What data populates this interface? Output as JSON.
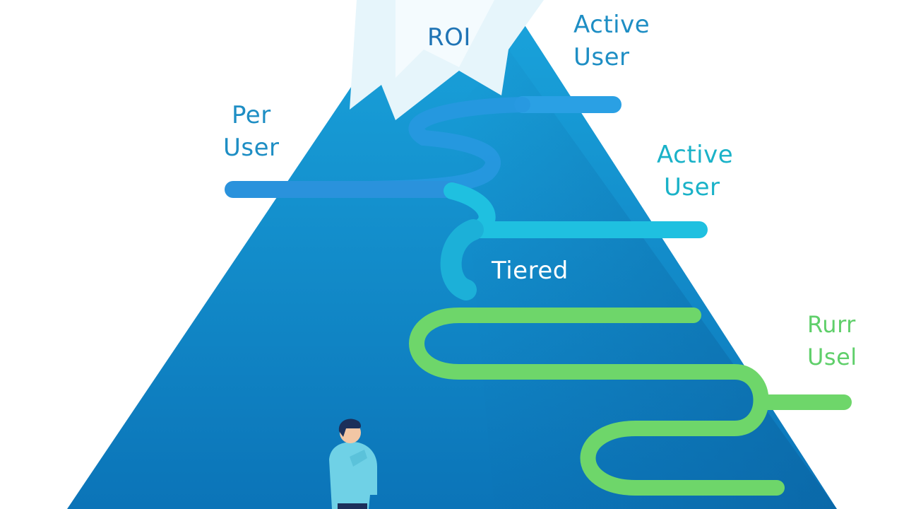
{
  "labels": {
    "roi": "ROI",
    "per_user_line1": "Per",
    "per_user_line2": "User",
    "active_user_1_line1": "Active",
    "active_user_1_line2": "User",
    "active_user_2_line1": "Active",
    "active_user_2_line2": "User",
    "tiered": "Tiered",
    "rurr_line1": "Rurr",
    "rurr_line2": "Usel"
  },
  "colors": {
    "mountain_light": "#1a93d1",
    "mountain_dark": "#0d6fae",
    "snow": "#e8f6fb",
    "path_blue": "#2f9be0",
    "path_cyan": "#22bfe0",
    "path_green": "#6ed66a",
    "person_shirt": "#6fd1e6",
    "person_hair": "#1c2f5a"
  },
  "icons": [
    "mountain-illustration",
    "person-figure"
  ]
}
